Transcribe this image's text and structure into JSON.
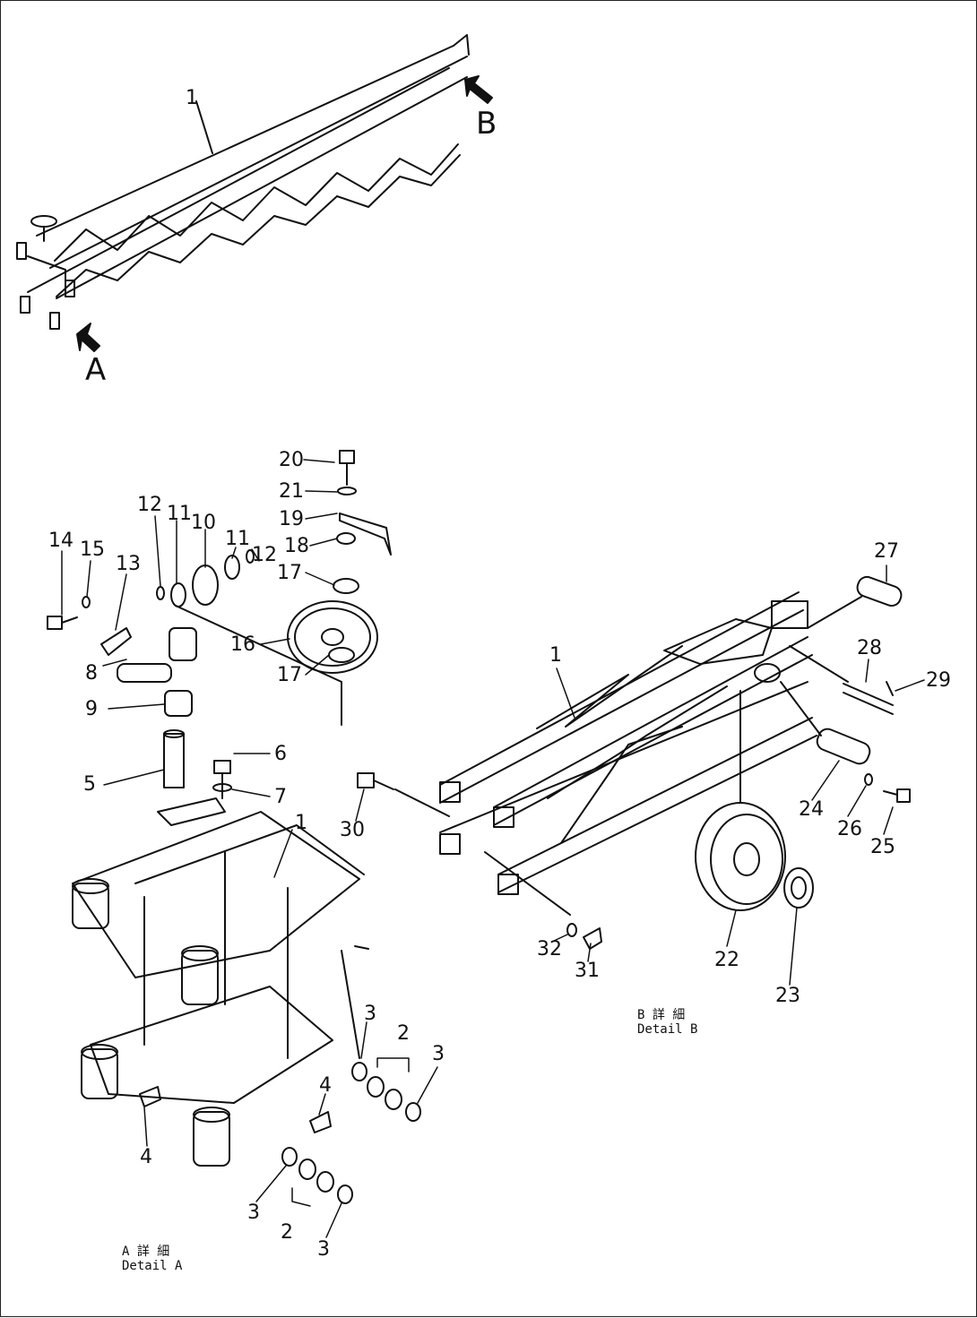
{
  "arrows": {
    "a": "A",
    "b": "B"
  },
  "boom_label": "1",
  "detail_a": {
    "caption_jp": "A 詳 細",
    "caption_en": "Detail A",
    "callouts": [
      "1",
      "2",
      "2",
      "3",
      "3",
      "3",
      "3",
      "4",
      "4",
      "5",
      "6",
      "7",
      "8",
      "9",
      "10",
      "11",
      "11",
      "12",
      "12",
      "13",
      "14",
      "15",
      "16",
      "17",
      "17",
      "18",
      "19",
      "20",
      "21"
    ]
  },
  "detail_b": {
    "caption_jp": "B 詳 細",
    "caption_en": "Detail B",
    "callouts": [
      "1",
      "22",
      "23",
      "24",
      "25",
      "26",
      "27",
      "28",
      "29",
      "30",
      "31",
      "32"
    ]
  }
}
